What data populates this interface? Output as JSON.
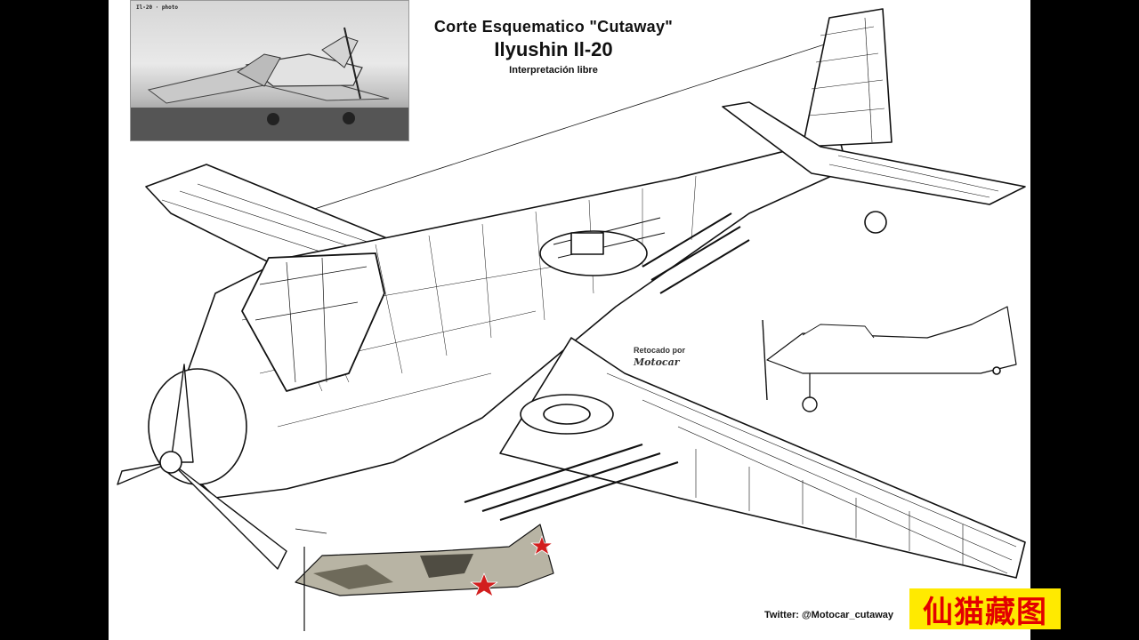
{
  "title": {
    "line1": "Corte Esquematico \"Cutaway\"",
    "line2": "Ilyushin Il-20",
    "line3": "Interpretación libre"
  },
  "credits": {
    "retouched": "Retocado por",
    "signature": "Motocar",
    "twitter": "Twitter: @Motocar_cutaway"
  },
  "watermark": {
    "text": "仙猫藏图",
    "background": "#ffea00",
    "color": "#e30000"
  },
  "colors": {
    "frame": "#000000",
    "paper": "#ffffff",
    "ink": "#111111",
    "star": "#d21e1e"
  }
}
